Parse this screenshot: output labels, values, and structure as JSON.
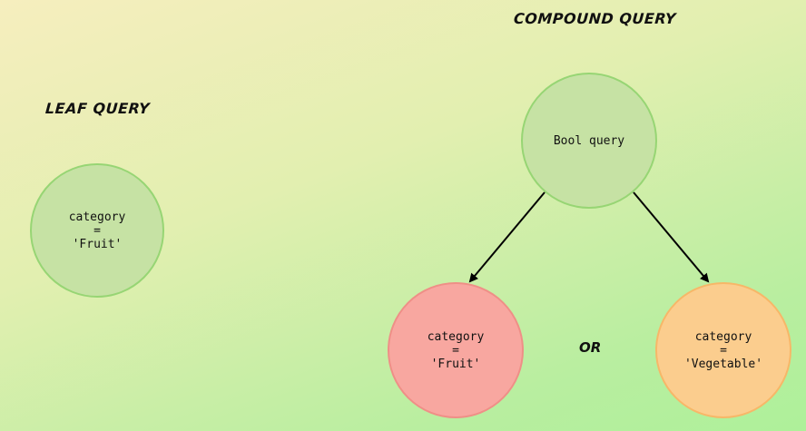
{
  "headings": {
    "leaf": "LEAF QUERY",
    "compound": "COMPOUND QUERY"
  },
  "leaf_node": {
    "line1": "category",
    "line2": "=",
    "line3": "'Fruit'"
  },
  "bool_node": {
    "label": "Bool query"
  },
  "fruit_node": {
    "line1": "category",
    "line2": "=",
    "line3": "'Fruit'"
  },
  "vegetable_node": {
    "line1": "category",
    "line2": "=",
    "line3": "'Vegetable'"
  },
  "connector": "OR",
  "colors": {
    "green_fill": "#c6e2a4",
    "red_fill": "#f8a7a0",
    "orange_fill": "#fbcd8e"
  }
}
